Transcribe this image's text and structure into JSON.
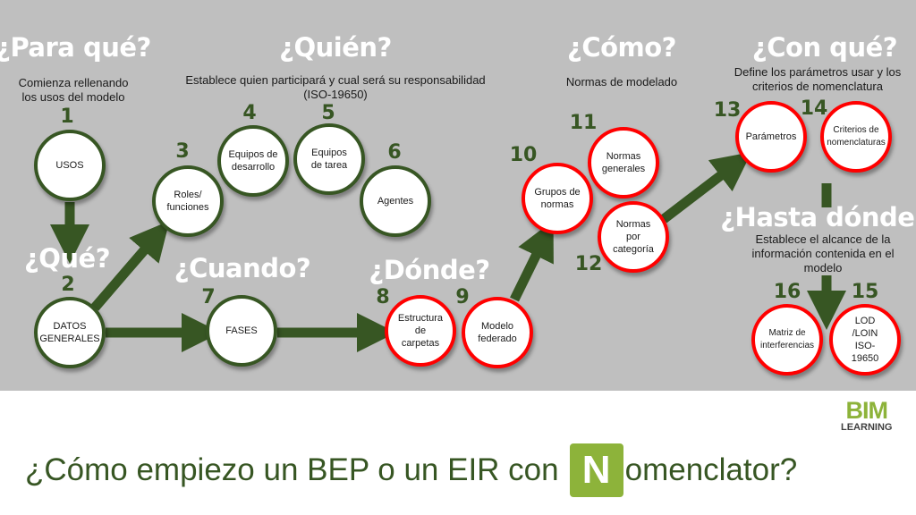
{
  "headings": {
    "para_que": "¿Para qué?",
    "quien": "¿Quién?",
    "como": "¿Cómo?",
    "con_que": "¿Con qué?",
    "que": "¿Qué?",
    "cuando": "¿Cuando?",
    "donde": "¿Dónde?",
    "hasta_donde": "¿Hasta dónde?"
  },
  "descriptions": {
    "para_que": "Comienza rellenando\nlos usos del modelo",
    "quien": "Establece quien participará y cual será su responsabilidad\n(ISO-19650)",
    "como": "Normas de modelado",
    "con_que": "Define los parámetros usar y los\ncriterios de nomenclatura",
    "hasta_donde": "Establece el alcance de la\ninformación contenida en el\nmodelo"
  },
  "nodes": [
    {
      "num": "1",
      "label": "USOS",
      "color": "#375623"
    },
    {
      "num": "2",
      "label": "DATOS\nGENERALES",
      "color": "#375623"
    },
    {
      "num": "3",
      "label": "Roles/\nfunciones",
      "color": "#375623"
    },
    {
      "num": "4",
      "label": "Equipos de\ndesarrollo",
      "color": "#375623"
    },
    {
      "num": "5",
      "label": "Equipos\nde tarea",
      "color": "#375623"
    },
    {
      "num": "6",
      "label": "Agentes",
      "color": "#375623"
    },
    {
      "num": "7",
      "label": "FASES",
      "color": "#375623"
    },
    {
      "num": "8",
      "label": "Estructura\nde\ncarpetas",
      "color": "#ff0000"
    },
    {
      "num": "9",
      "label": "Modelo\nfederado",
      "color": "#ff0000"
    },
    {
      "num": "10",
      "label": "Grupos de\nnormas",
      "color": "#ff0000"
    },
    {
      "num": "11",
      "label": "Normas\ngenerales",
      "color": "#ff0000"
    },
    {
      "num": "12",
      "label": "Normas\npor\ncategoría",
      "color": "#ff0000"
    },
    {
      "num": "13",
      "label": "Parámetros",
      "color": "#ff0000"
    },
    {
      "num": "14",
      "label": "Criterios de\nnomenclaturas",
      "color": "#ff0000"
    },
    {
      "num": "15",
      "label": "LOD\n/LOIN\nISO-\n19650",
      "color": "#ff0000"
    },
    {
      "num": "16",
      "label": "Matriz de\ninterferencias",
      "color": "#ff0000"
    }
  ],
  "title": {
    "before": "¿Cómo empiezo un BEP o un EIR con",
    "logo_letter": "N",
    "after": "omenclator?"
  },
  "logo": {
    "line1": "BIM",
    "line2": "LEARNING"
  },
  "colors": {
    "panel": "#bfbfbf",
    "green": "#375623",
    "red": "#ff0000",
    "brand": "#8db33a"
  }
}
